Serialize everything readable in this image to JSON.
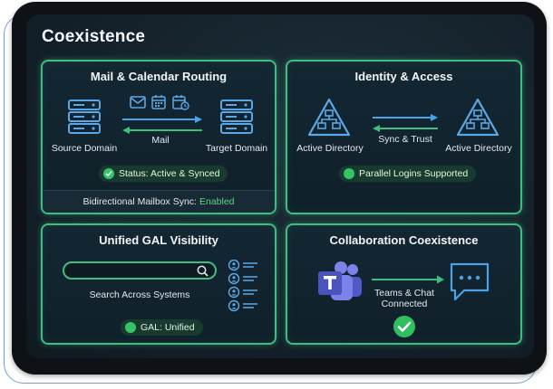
{
  "page_title": "Coexistence",
  "mail_routing": {
    "title": "Mail & Calendar Routing",
    "source_label": "Source Domain",
    "target_label": "Target Domain",
    "arrow_label": "Mail",
    "status": "Status: Active & Synced",
    "footer_label": "Bidirectional Mailbox Sync:",
    "footer_value": "Enabled"
  },
  "identity": {
    "title": "Identity & Access",
    "left_label": "Active Directory",
    "right_label": "Active Directory",
    "arrow_label": "Sync & Trust",
    "badge": "Parallel Logins Supported"
  },
  "gal": {
    "title": "Unified GAL Visibility",
    "search_caption": "Search Across Systems",
    "badge": "GAL: Unified"
  },
  "collab": {
    "title": "Collaboration Coexistence",
    "arrow_label_line1": "Teams & Chat",
    "arrow_label_line2": "Connected"
  },
  "icons": {
    "server": "server-icon",
    "envelope": "envelope-icon",
    "calendar": "calendar-icon",
    "directory": "directory-tree-icon",
    "search": "search-icon",
    "contact": "contact-icon",
    "teams": "teams-logo-icon",
    "chat": "chat-bubble-icon",
    "check": "check-icon"
  },
  "colors": {
    "accent_green": "#3fbf7f",
    "accent_blue": "#4aa3e8",
    "background": "#15222c"
  }
}
